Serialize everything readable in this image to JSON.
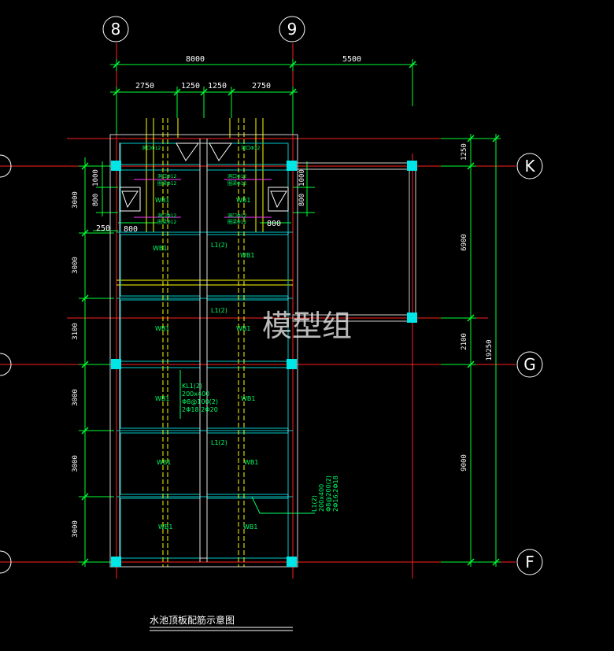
{
  "colors": {
    "background": "#000000",
    "axis_line": "#ff2020",
    "dimension": "#00ff33",
    "beam": "#ffff00",
    "panel": "#00c8c8",
    "column": "#00ffff",
    "text": "#ffffff",
    "rebar_text": "#00ff66",
    "watermark": "#d9d9d9"
  },
  "grid_labels": {
    "top": [
      "8",
      "9"
    ],
    "right": [
      "K",
      "G",
      "F"
    ]
  },
  "dimensions": {
    "top_row1": [
      "8000",
      "5500"
    ],
    "top_row2": [
      "2750",
      "1250",
      "1250",
      "2750"
    ],
    "right_inner": [
      "1250",
      "6900",
      "2100",
      "9000"
    ],
    "right_outer": "19250",
    "left_bays": [
      "3000",
      "3000",
      "3100",
      "3000",
      "3000",
      "3000"
    ],
    "left_small": [
      "1000",
      "800"
    ],
    "left_offset": "250",
    "opening_left": [
      "800"
    ],
    "opening_right": [
      "1000",
      "800"
    ],
    "opening_bottom_left": "800",
    "opening_bottom_right": "800"
  },
  "labels": {
    "wb": "WB1",
    "l1": "L1(2)",
    "kl1": [
      "KL1(2)",
      "200x400",
      "Φ8@100(2)",
      "2Φ18;2Φ20"
    ],
    "l1_note": [
      "L1(2)",
      "200x400",
      "Φ8@200(2)",
      "2Φ16;2Φ18"
    ],
    "hole_left": [
      "洞口Φ12",
      "圈梁Φ12"
    ],
    "hole_right": [
      "洞口Φ12",
      "圈梁Φ12"
    ]
  },
  "watermark": "模型组",
  "caption": "水池顶板配筋示意图"
}
